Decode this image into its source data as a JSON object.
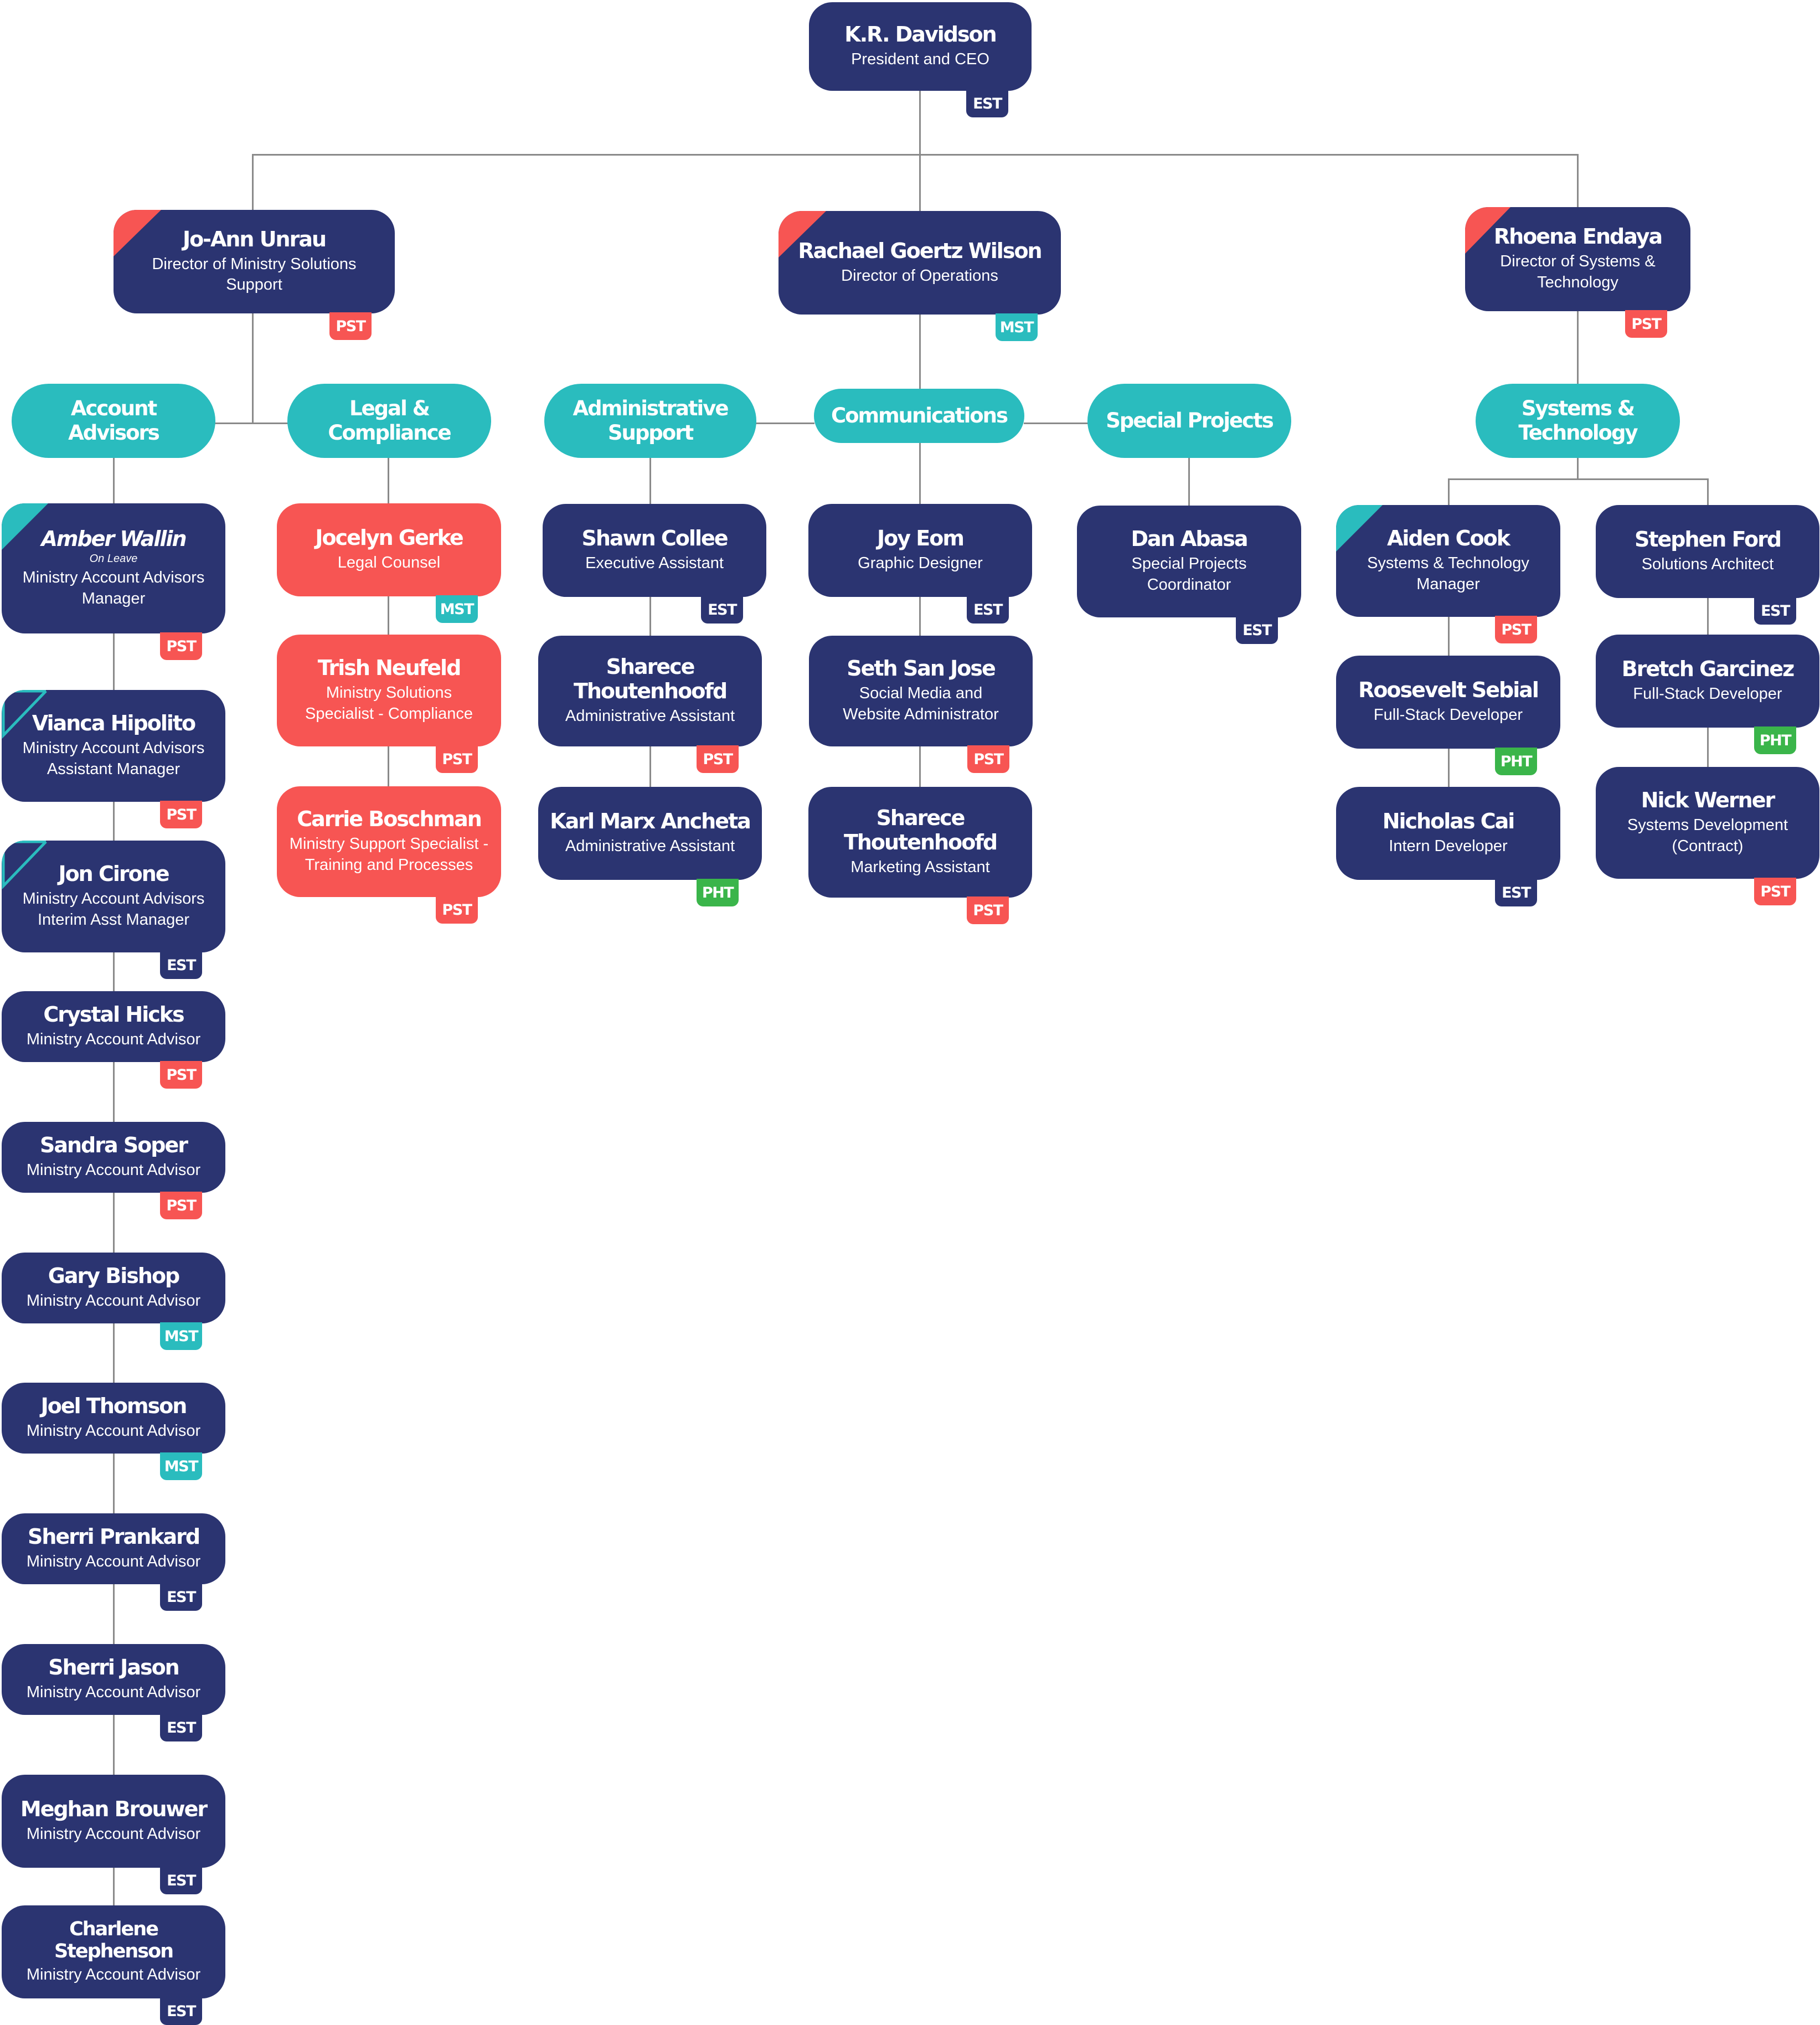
{
  "colors": {
    "navy": "#2b3471",
    "red": "#f75553",
    "teal": "#2abcbe",
    "green": "#3ab54a",
    "connector": "#8a8a8a"
  },
  "timezones": [
    "EST",
    "PST",
    "MST",
    "PHT"
  ],
  "ceo": {
    "name": "K.R. Davidson",
    "title": "President and CEO",
    "tz": "EST"
  },
  "directors": [
    {
      "name": "Jo-Ann Unrau",
      "title": "Director of Ministry Solutions Support",
      "tz": "PST",
      "corner": "red-filled"
    },
    {
      "name": "Rachael Goertz Wilson",
      "title": "Director of Operations",
      "tz": "MST",
      "corner": "red-filled"
    },
    {
      "name": "Rhoena Endaya",
      "title": "Director of Systems & Technology",
      "tz": "PST",
      "corner": "red-filled"
    }
  ],
  "teams": {
    "account_advisors": {
      "label": "Account Advisors",
      "members": [
        {
          "name": "Amber Wallin",
          "note": "On Leave",
          "title": "Ministry Account Advisors Manager",
          "tz": "PST",
          "corner": "teal-filled"
        },
        {
          "name": "Vianca Hipolito",
          "title": "Ministry Account Advisors Assistant Manager",
          "tz": "PST",
          "corner": "teal-outline"
        },
        {
          "name": "Jon Cirone",
          "title": "Ministry Account Advisors Interim Asst Manager",
          "tz": "EST",
          "corner": "teal-outline"
        },
        {
          "name": "Crystal Hicks",
          "title": "Ministry Account Advisor",
          "tz": "PST"
        },
        {
          "name": "Sandra Soper",
          "title": "Ministry Account Advisor",
          "tz": "PST"
        },
        {
          "name": "Gary Bishop",
          "title": "Ministry Account Advisor",
          "tz": "MST"
        },
        {
          "name": "Joel Thomson",
          "title": "Ministry Account Advisor",
          "tz": "MST"
        },
        {
          "name": "Sherri Prankard",
          "title": "Ministry Account Advisor",
          "tz": "EST"
        },
        {
          "name": "Sherri Jason",
          "title": "Ministry Account Advisor",
          "tz": "EST"
        },
        {
          "name": "Meghan Brouwer",
          "title": "Ministry Account Advisor",
          "tz": "EST"
        },
        {
          "name": "Charlene Stephenson",
          "title": "Ministry Account Advisor",
          "tz": "EST"
        }
      ]
    },
    "legal_compliance": {
      "label": "Legal & Compliance",
      "members": [
        {
          "name": "Jocelyn Gerke",
          "title": "Legal Counsel",
          "tz": "MST"
        },
        {
          "name": "Trish Neufeld",
          "title": "Ministry Solutions Specialist - Compliance",
          "tz": "PST"
        },
        {
          "name": "Carrie Boschman",
          "title": "Ministry Support Specialist - Training and Processes",
          "tz": "PST"
        }
      ]
    },
    "administrative_support": {
      "label": "Administrative Support",
      "members": [
        {
          "name": "Shawn Collee",
          "title": "Executive Assistant",
          "tz": "EST"
        },
        {
          "name": "Sharece Thoutenhoofd",
          "title": "Administrative Assistant",
          "tz": "PST"
        },
        {
          "name": "Karl Marx Ancheta",
          "title": "Administrative Assistant",
          "tz": "PHT"
        }
      ]
    },
    "communications": {
      "label": "Communications",
      "members": [
        {
          "name": "Joy Eom",
          "title": "Graphic Designer",
          "tz": "EST"
        },
        {
          "name": "Seth San Jose",
          "title": "Social Media and Website Administrator",
          "tz": "PST"
        },
        {
          "name": "Sharece Thoutenhoofd",
          "title": "Marketing Assistant",
          "tz": "PST"
        }
      ]
    },
    "special_projects": {
      "label": "Special Projects",
      "members": [
        {
          "name": "Dan Abasa",
          "title": "Special Projects Coordinator",
          "tz": "EST"
        }
      ]
    },
    "systems_technology": {
      "label": "Systems & Technology",
      "members": [
        {
          "name": "Aiden Cook",
          "title": "Systems & Technology Manager",
          "tz": "PST",
          "corner": "teal-filled"
        },
        {
          "name": "Roosevelt Sebial",
          "title": "Full-Stack Developer",
          "tz": "PHT"
        },
        {
          "name": "Nicholas Cai",
          "title": "Intern Developer",
          "tz": "EST"
        },
        {
          "name": "Stephen Ford",
          "title": "Solutions Architect",
          "tz": "EST"
        },
        {
          "name": "Bretch Garcinez",
          "title": "Full-Stack Developer",
          "tz": "PHT"
        },
        {
          "name": "Nick Werner",
          "title": "Systems Development (Contract)",
          "tz": "PST"
        }
      ]
    }
  }
}
